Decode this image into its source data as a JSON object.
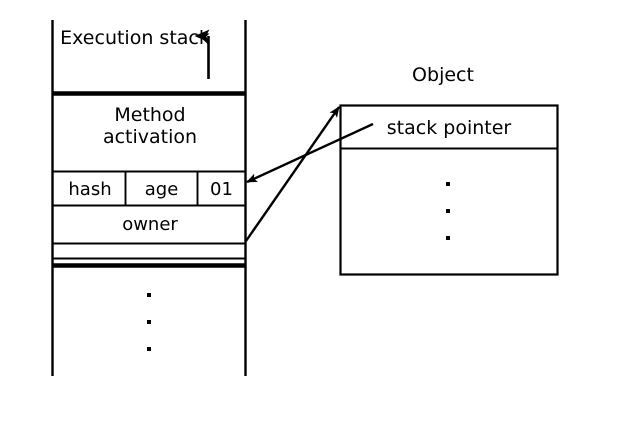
{
  "figure": {
    "type": "diagram",
    "title_left": "Execution stack",
    "title_right": "Object"
  },
  "execution_stack": {
    "heading": "Execution stack",
    "growth_arrow": "up-arrow-icon",
    "frames": [
      {
        "name": "method-activation",
        "label": "Method\nactivation"
      }
    ],
    "fields_row": [
      {
        "name": "hash",
        "label": "hash"
      },
      {
        "name": "age",
        "label": "age"
      },
      {
        "name": "flag",
        "label": "01"
      }
    ],
    "owner_row": {
      "label": "owner"
    },
    "ellipsis": "vertical-ellipsis"
  },
  "object": {
    "heading": "Object",
    "rows": [
      {
        "name": "stack-pointer",
        "label": "stack pointer"
      }
    ],
    "ellipsis": "vertical-ellipsis"
  },
  "connectors": [
    {
      "name": "object-to-flag-arrow",
      "from": "object-top-left",
      "to": "flag-cell-01",
      "direction": "right-to-left"
    },
    {
      "name": "owner-to-object-arrow",
      "from": "owner-cell",
      "to": "object-box-top-left",
      "direction": "left-to-right"
    }
  ],
  "colors": {
    "stroke": "#000000",
    "background": "#ffffff"
  }
}
